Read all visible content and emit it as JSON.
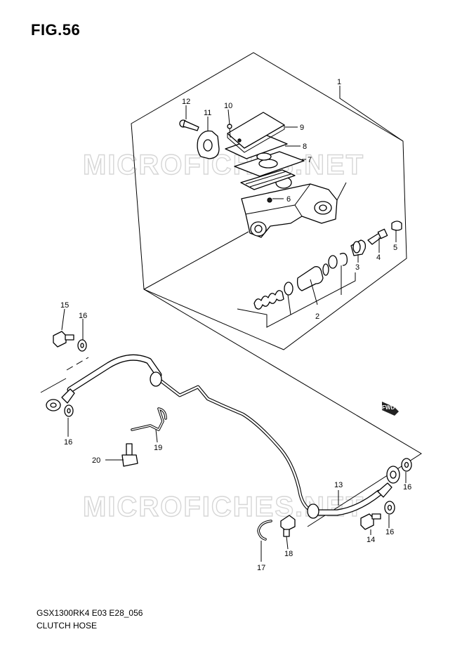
{
  "figure": {
    "title": "FIG.56",
    "model_code": "GSX1300RK4 E03 E28_056",
    "name": "CLUTCH HOSE",
    "watermark": "MICROFICHES.NET",
    "fwd_label": "FWD"
  },
  "callouts": [
    {
      "id": "1",
      "label": "1"
    },
    {
      "id": "2",
      "label": "2"
    },
    {
      "id": "3",
      "label": "3"
    },
    {
      "id": "4",
      "label": "4"
    },
    {
      "id": "5",
      "label": "5"
    },
    {
      "id": "6",
      "label": "6"
    },
    {
      "id": "7",
      "label": "7"
    },
    {
      "id": "8",
      "label": "8"
    },
    {
      "id": "9",
      "label": "9"
    },
    {
      "id": "10",
      "label": "10"
    },
    {
      "id": "11",
      "label": "11"
    },
    {
      "id": "12",
      "label": "12"
    },
    {
      "id": "13",
      "label": "13"
    },
    {
      "id": "14",
      "label": "14"
    },
    {
      "id": "15",
      "label": "15"
    },
    {
      "id": "16a",
      "label": "16"
    },
    {
      "id": "16b",
      "label": "16"
    },
    {
      "id": "16c",
      "label": "16"
    },
    {
      "id": "16d",
      "label": "16"
    },
    {
      "id": "17",
      "label": "17"
    },
    {
      "id": "18",
      "label": "18"
    },
    {
      "id": "19",
      "label": "19"
    },
    {
      "id": "20",
      "label": "20"
    }
  ]
}
